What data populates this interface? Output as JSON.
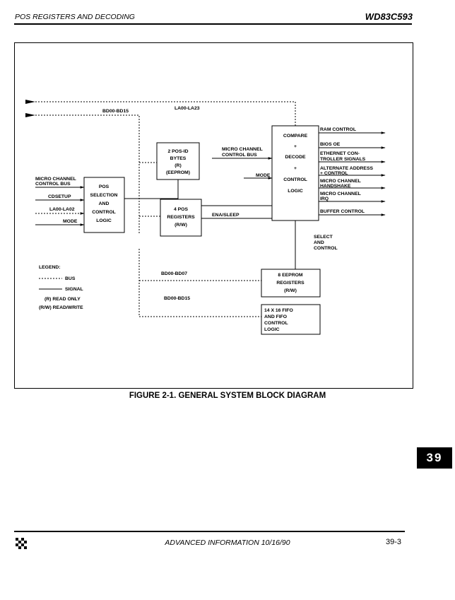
{
  "header": {
    "section": "POS REGISTERS AND DECODING",
    "part": "WD83C593"
  },
  "figure": {
    "caption": "FIGURE 2-1.  GENERAL SYSTEM BLOCK DIAGRAM"
  },
  "diagram": {
    "bus_bd_top": "BD00-BD15",
    "bus_la": "LA00-LA23",
    "pos_id": [
      "2 POS-ID",
      "BYTES",
      "(R)",
      "(EEPROM)"
    ],
    "pos_sel": [
      "POS",
      "SELECTION",
      "AND",
      "CONTROL",
      "LOGIC"
    ],
    "pos_regs": [
      "4 POS",
      "REGISTERS",
      "(R/W)"
    ],
    "compare": [
      "COMPARE",
      "+",
      "DECODE",
      "+",
      "CONTROL",
      "LOGIC"
    ],
    "eeprom_regs": [
      "8 EEPROM",
      "REGISTERS",
      "(R/W)"
    ],
    "fifo": [
      "14 X 16 FIFO",
      "AND FIFO",
      "CONTROL",
      "LOGIC"
    ],
    "mc_bus_in": [
      "MICRO CHANNEL",
      "CONTROL BUS"
    ],
    "mc_bus_left": [
      "MICRO CHANNEL",
      "CONTROL BUS"
    ],
    "cdsetup": "CDSETUP",
    "la_low": "LA00-LA02",
    "mode_left": "MODE",
    "mode_mid": "MODE",
    "ena_sleep": "ENA/SLEEP",
    "select": [
      "SELECT",
      "AND",
      "CONTROL"
    ],
    "bd07": "BD00-BD07",
    "bd15": "BD00-BD15",
    "outputs": {
      "ram": "RAM CONTROL",
      "bios": "BIOS OE",
      "eth": [
        "ETHERNET CON-",
        "TROLLER SIGNALS"
      ],
      "alt": [
        "ALTERNATE ADDRESS",
        "+ CONTROL"
      ],
      "hs": [
        "MICRO CHANNEL",
        "HANDSHAKE"
      ],
      "irq": [
        "MICRO CHANNEL",
        "IRQ"
      ],
      "buf": "BUFFER CONTROL"
    },
    "legend": {
      "title": "LEGEND:",
      "bus": "BUS",
      "signal": "SIGNAL",
      "r": "(R)  READ  ONLY",
      "rw": "(R/W)  READ/WRITE"
    }
  },
  "footer": {
    "center": "ADVANCED INFORMATION 10/16/90",
    "page": "39-3",
    "tab": "39"
  }
}
